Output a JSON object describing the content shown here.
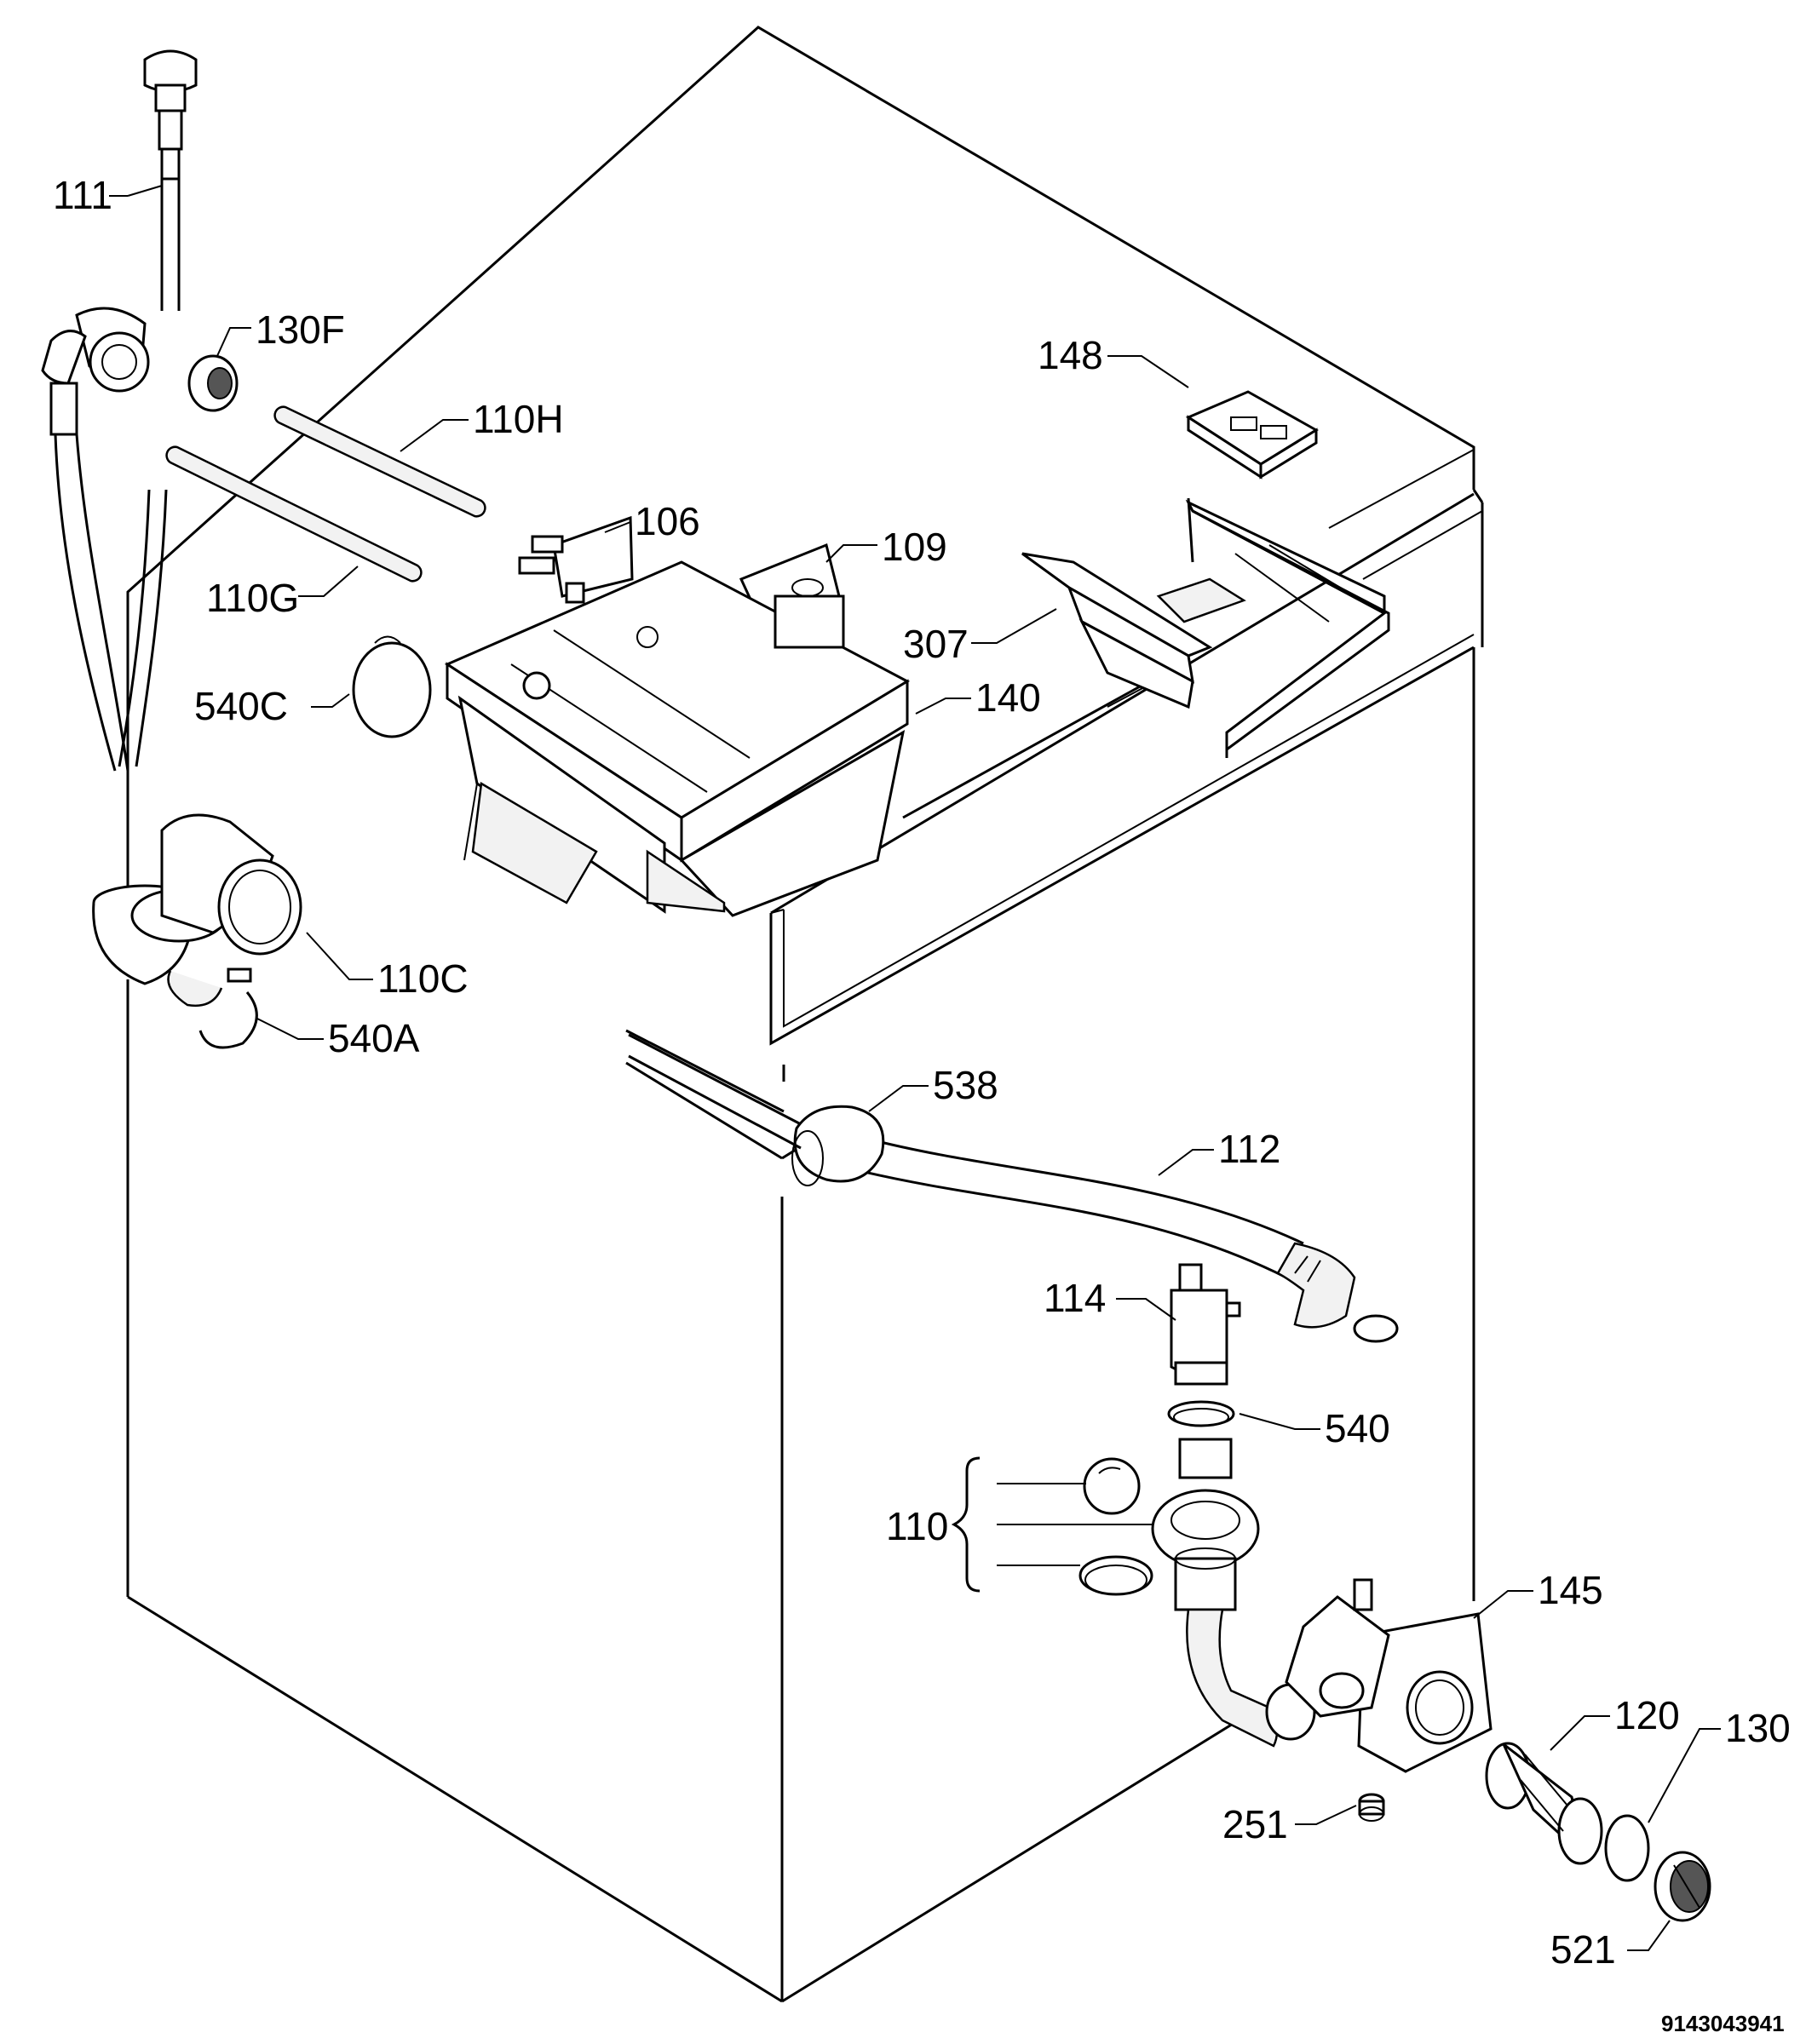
{
  "labels": {
    "p111": "111",
    "p130F": "130F",
    "p110H": "110H",
    "p110G": "110G",
    "p106": "106",
    "p109": "109",
    "p148": "148",
    "p307": "307",
    "p140": "140",
    "p540C": "540C",
    "p110C": "110C",
    "p540A": "540A",
    "p538": "538",
    "p112": "112",
    "p114": "114",
    "p540": "540",
    "p110": "110",
    "p145": "145",
    "p120": "120",
    "p130": "130",
    "p251": "251",
    "p521": "521"
  },
  "document_number": "9143043941"
}
